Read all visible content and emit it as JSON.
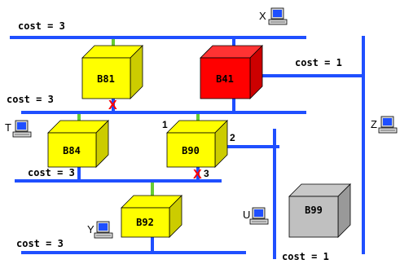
{
  "labels": {
    "cost_top_left": "cost = 3",
    "cost_right": "cost = 1",
    "cost_mid_left": "cost = 3",
    "cost_lower_left": "cost = 3",
    "cost_bottom_left": "cost = 3",
    "cost_bottom_right": "cost = 1"
  },
  "bridges": {
    "b81": "B81",
    "b41": "B41",
    "b84": "B84",
    "b90": "B90",
    "b92": "B92",
    "b99": "B99"
  },
  "ports": {
    "p1": "1",
    "p2": "2",
    "p3": "3"
  },
  "blocked_mark": "X",
  "hosts": {
    "x": "X",
    "t": "T",
    "z": "Z",
    "u": "U",
    "y": "Y"
  },
  "colors": {
    "lan": "#1f4fff",
    "bridge_yellow": "#ffff00",
    "bridge_root": "#ff0000",
    "bridge_disabled": "#c0c0c0",
    "link_green": "#66cc33",
    "blocked": "#ff0000"
  }
}
